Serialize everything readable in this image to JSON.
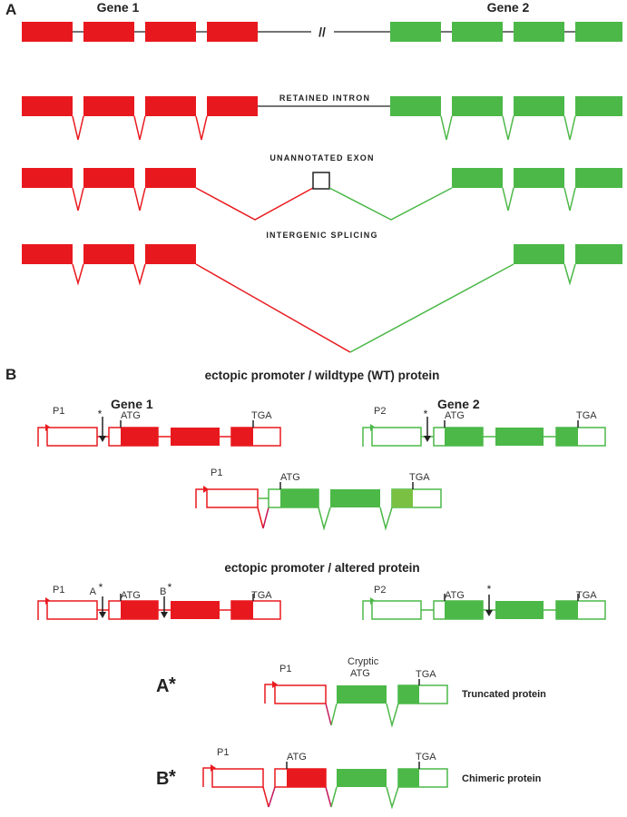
{
  "colors": {
    "red": "#e8191e",
    "green": "#4cb848",
    "green_light": "#7ac143",
    "magenta": "#c2185b",
    "black": "#222222"
  },
  "panel_a": {
    "letter": "A",
    "gene1": "Gene 1",
    "gene2": "Gene 2",
    "break_mark": "//",
    "retained_intron": "RETAINED INTRON",
    "unannotated_exon": "UNANNOTATED EXON",
    "intergenic_splicing": "INTERGENIC SPLICING"
  },
  "panel_b": {
    "letter": "B",
    "title_wt": "ectopic promoter / wildtype (WT) protein",
    "title_altered": "ectopic promoter / altered protein",
    "gene1": "Gene 1",
    "gene2": "Gene 2",
    "p1": "P1",
    "p2": "P2",
    "atg": "ATG",
    "tga": "TGA",
    "star": "*",
    "a_label": "A",
    "b_label": "B",
    "cryptic": "Cryptic",
    "truncated": "Truncated protein",
    "chimeric": "Chimeric protein"
  }
}
